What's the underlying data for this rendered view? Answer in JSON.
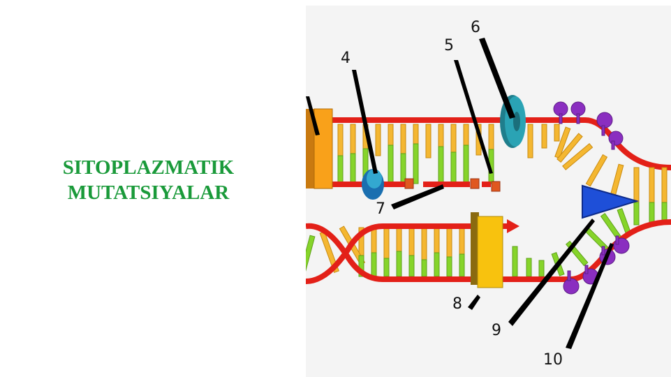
{
  "slide": {
    "title_line1": "SITOPLAZMATIK",
    "title_line2": "MUTATSIYALAR",
    "title_color": "#1a9a3a"
  },
  "diagram": {
    "labels": [
      "4",
      "5",
      "6",
      "7",
      "8",
      "9",
      "10"
    ],
    "colors": {
      "strand": "#e32018",
      "base_orange": "#f4b731",
      "base_green": "#86d42a",
      "helicase": "#2aa3b4",
      "polymerase": "#f9a11a",
      "clamp": "#f8c20e",
      "ssb": "#8a2ec0",
      "primase": "#1e4fd8",
      "ligase": "#e0581f"
    }
  }
}
